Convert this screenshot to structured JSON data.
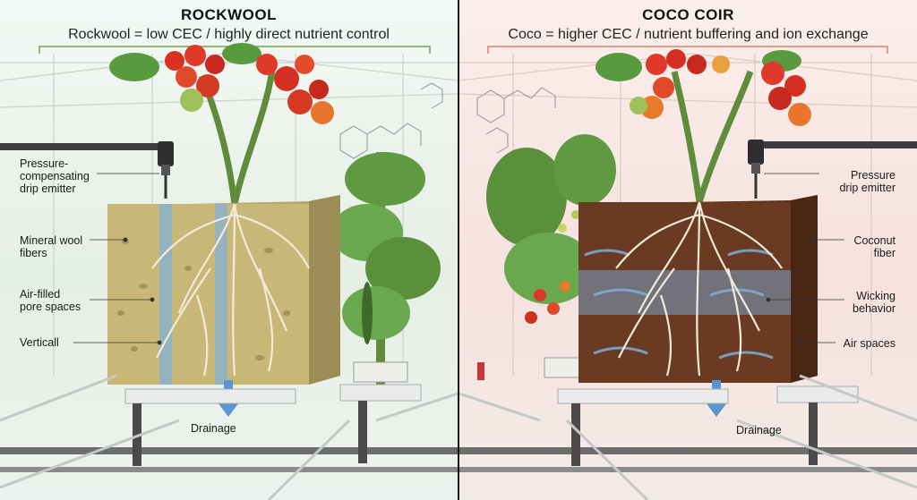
{
  "left": {
    "title": "ROCKWOOL",
    "subtitle": "Rockwool = low CEC / highly direct nutrient control",
    "labels": {
      "emitter": "Pressure-\ncompensating\ndrip emitter",
      "fibers": "Mineral wool\nfibers",
      "pores": "Air-filled\npore spaces",
      "vertical": "Verticall",
      "drainage": "Drainage"
    }
  },
  "right": {
    "title": "COCO COIR",
    "subtitle": "Coco = higher CEC / nutrient buffering and ion exchange",
    "labels": {
      "emitter": "Pressure\ndrip emitter",
      "fiber": "Coconut\nfiber",
      "wicking": "Wicking\nbehavior",
      "air": "Air spaces",
      "drainage": "Drainage"
    }
  },
  "colors": {
    "rockwool": "#c9b778",
    "coco": "#6b3a22",
    "water": "#7fb0d8",
    "divider": "#111111",
    "left_accent": "#6aa84f",
    "right_accent": "#d9826a"
  }
}
